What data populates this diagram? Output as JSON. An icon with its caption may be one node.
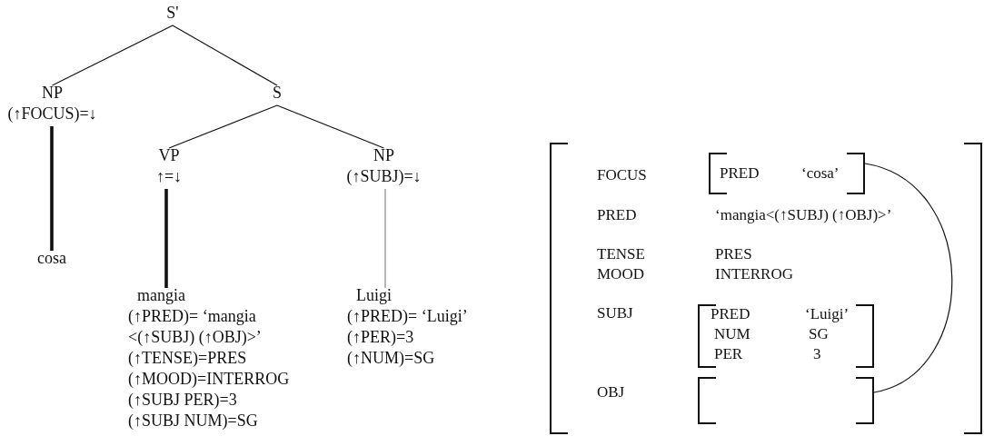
{
  "diagram": {
    "nodes": [
      {
        "text": [
          "S'"
        ]
      },
      {
        "text": [
          "NP",
          "(↑FOCUS)=↓"
        ]
      },
      {
        "text": [
          "S"
        ]
      },
      {
        "text": [
          "cosa"
        ]
      },
      {
        "text": [
          "VP",
          "↑=↓"
        ]
      },
      {
        "text": [
          "NP",
          "(↑SUBJ)=↓"
        ]
      },
      {
        "text": [
          "mangia",
          "(↑PRED)= ‘mangia <(↑SUBJ) (↑OBJ)>’",
          "(↑TENSE)=PRES",
          "(↑MOOD)=INTERROG",
          "(↑SUBJ PER)=3",
          "(↑SUBJ NUM)=SG"
        ]
      },
      {
        "text": [
          "Luigi",
          "(↑PRED)= ‘Luigi’",
          "(↑PER)=3",
          "(↑NUM)=SG"
        ]
      },
      {
        "text": [
          "FOCUS",
          "PRED",
          "‘mangia<(↑SUBJ) (↑OBJ)>’",
          "TENSE",
          "PRES",
          "MOOD",
          "INTERROG",
          "SUBJ",
          "OBJ"
        ]
      },
      {
        "text": [
          "PRED",
          "‘cosa’"
        ],
        "in": 8
      },
      {
        "text": [
          "PRED",
          "‘Luigi’",
          "NUM",
          "SG",
          "PER",
          "3"
        ],
        "in": 8
      },
      {
        "text": [],
        "shape": "box",
        "in": 8
      }
    ],
    "edges": [
      {
        "from": 0,
        "to": 1,
        "arrow": "none"
      },
      {
        "from": 0,
        "to": 2,
        "arrow": "none"
      },
      {
        "from": 1,
        "to": 3,
        "arrow": "none",
        "style": "thick"
      },
      {
        "from": 2,
        "to": 4,
        "arrow": "none"
      },
      {
        "from": 2,
        "to": 5,
        "arrow": "none"
      },
      {
        "from": 4,
        "to": 6,
        "arrow": "none",
        "style": "thick"
      },
      {
        "from": 5,
        "to": 7,
        "arrow": "none",
        "color": "#888888"
      },
      {
        "from": 11,
        "to": 9,
        "arrow": "none"
      }
    ]
  }
}
